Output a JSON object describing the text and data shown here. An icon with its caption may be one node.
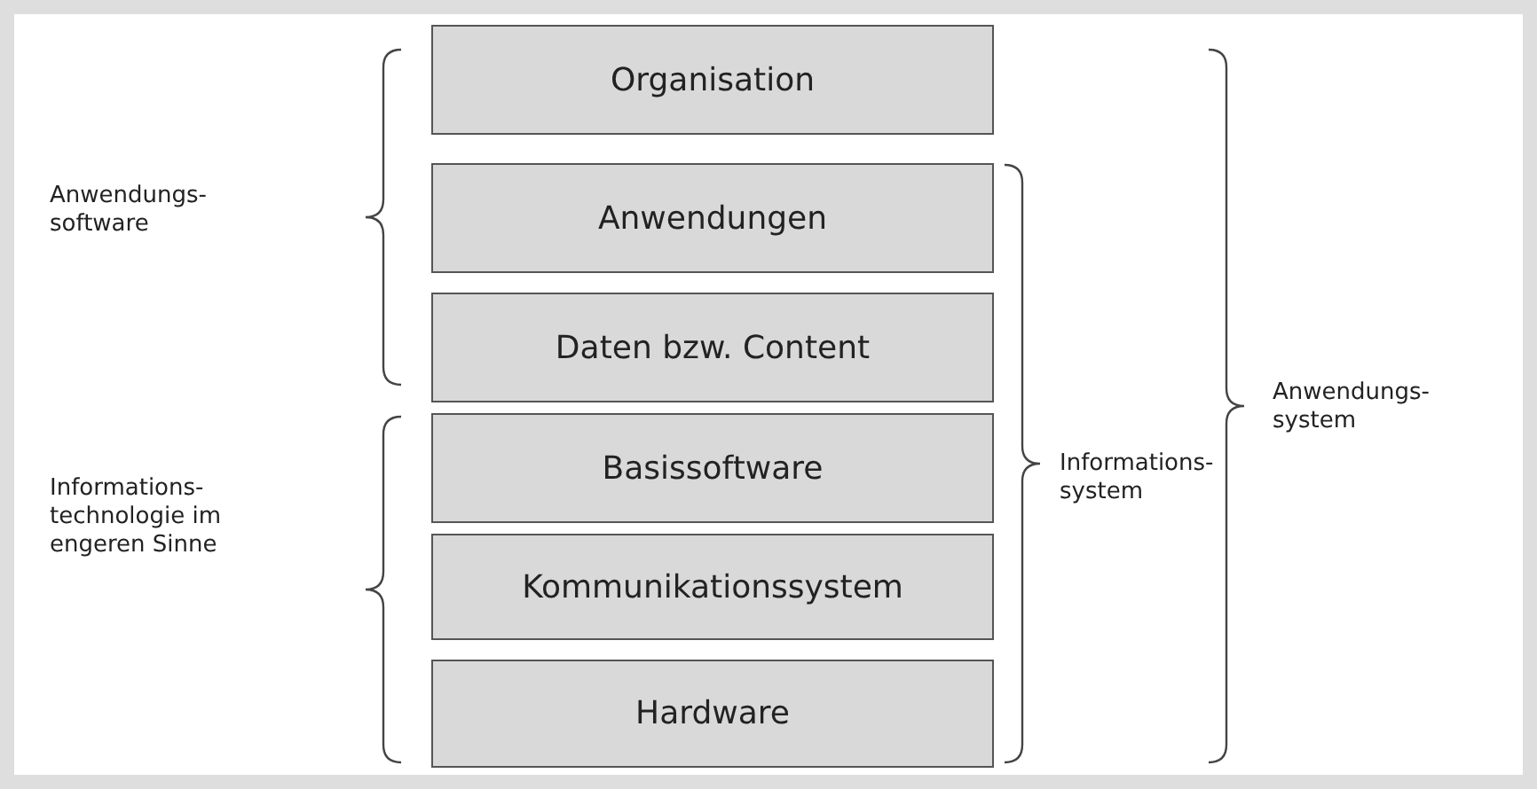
{
  "diagram": {
    "nodes": [
      {
        "text": [
          "Organisation"
        ]
      },
      {
        "text": [
          "Anwendungen"
        ]
      },
      {
        "text": [
          "Daten bzw. Content"
        ]
      },
      {
        "text": [
          "Basissoftware"
        ]
      },
      {
        "text": [
          "Kommunikationssystem"
        ]
      },
      {
        "text": [
          "Hardware"
        ]
      }
    ],
    "labels": [
      "Anwendungs- software",
      "Informations- technologie im engeren Sinne",
      "Informations- system",
      "Anwendungs- system"
    ]
  }
}
